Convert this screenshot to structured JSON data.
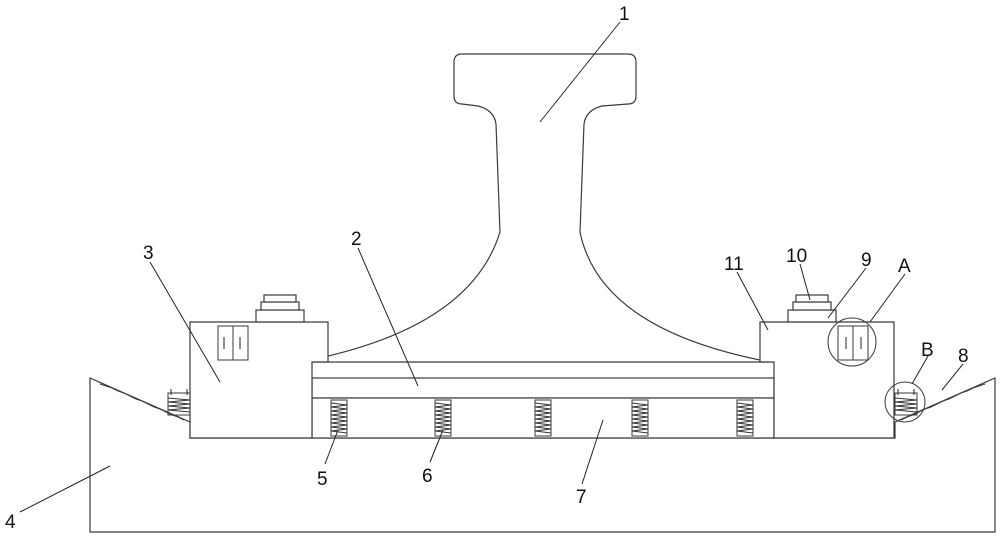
{
  "labels": {
    "l1": "1",
    "l2": "2",
    "l3": "3",
    "l4": "4",
    "l5": "5",
    "l6": "6",
    "l7": "7",
    "l8": "8",
    "l9": "9",
    "l10": "10",
    "l11": "11",
    "lA": "A",
    "lB": "B"
  }
}
